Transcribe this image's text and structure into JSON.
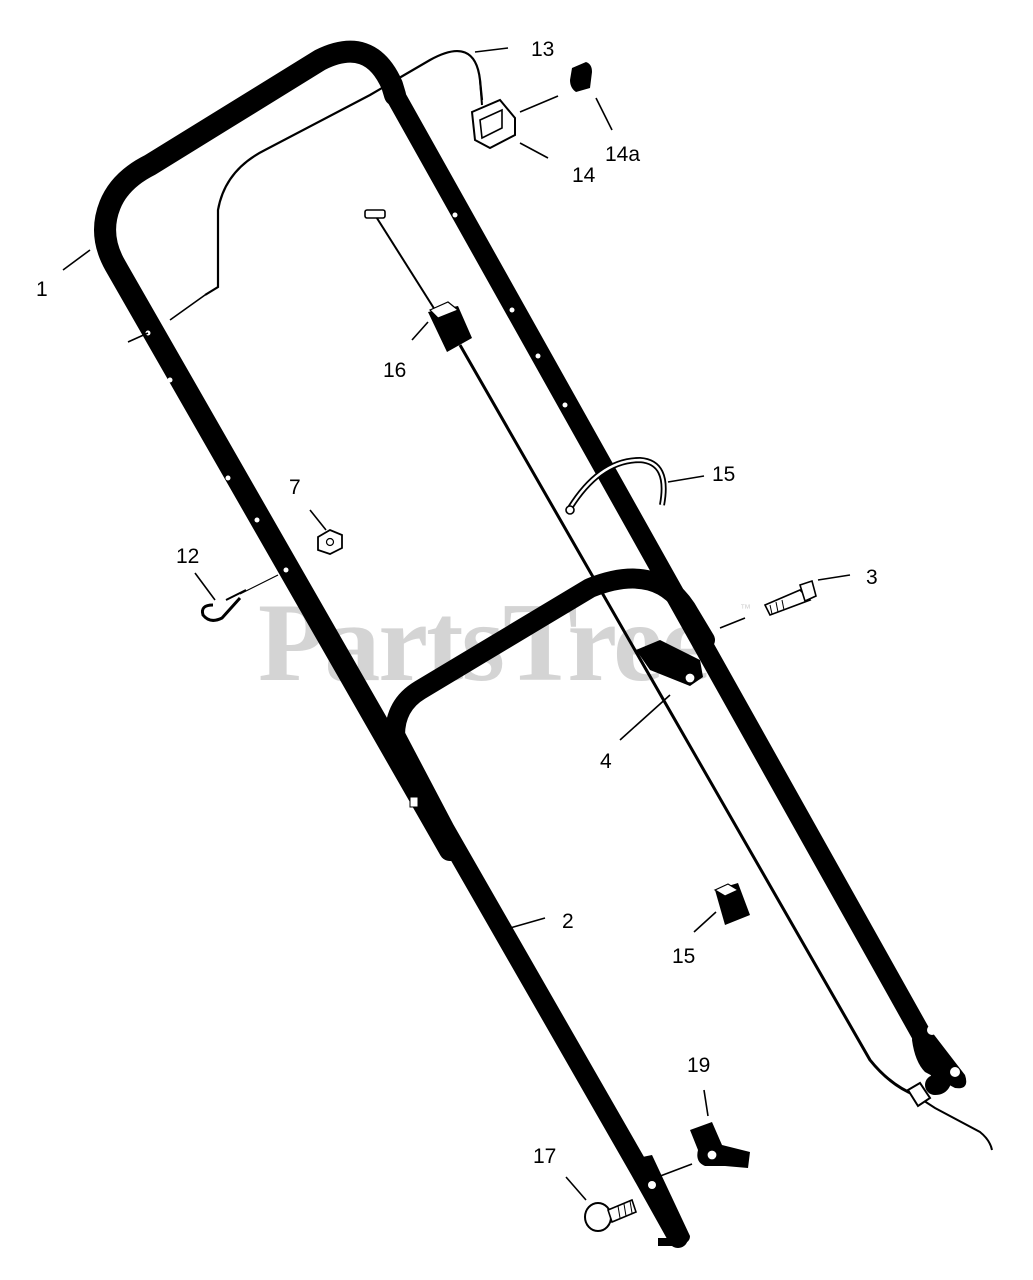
{
  "watermark": {
    "text": "PartsTree",
    "trademark": "™"
  },
  "callouts": [
    {
      "id": "c1",
      "text": "1"
    },
    {
      "id": "c2",
      "text": "2"
    },
    {
      "id": "c3",
      "text": "3"
    },
    {
      "id": "c4",
      "text": "4"
    },
    {
      "id": "c7",
      "text": "7"
    },
    {
      "id": "c12",
      "text": "12"
    },
    {
      "id": "c13",
      "text": "13"
    },
    {
      "id": "c14",
      "text": "14"
    },
    {
      "id": "c14a",
      "text": "14a"
    },
    {
      "id": "c15a",
      "text": "15"
    },
    {
      "id": "c15b",
      "text": "15"
    },
    {
      "id": "c16",
      "text": "16"
    },
    {
      "id": "c17",
      "text": "17"
    },
    {
      "id": "c19",
      "text": "19"
    }
  ],
  "colors": {
    "ink": "#000000",
    "watermark": "#d4d4d4",
    "background": "#ffffff"
  }
}
